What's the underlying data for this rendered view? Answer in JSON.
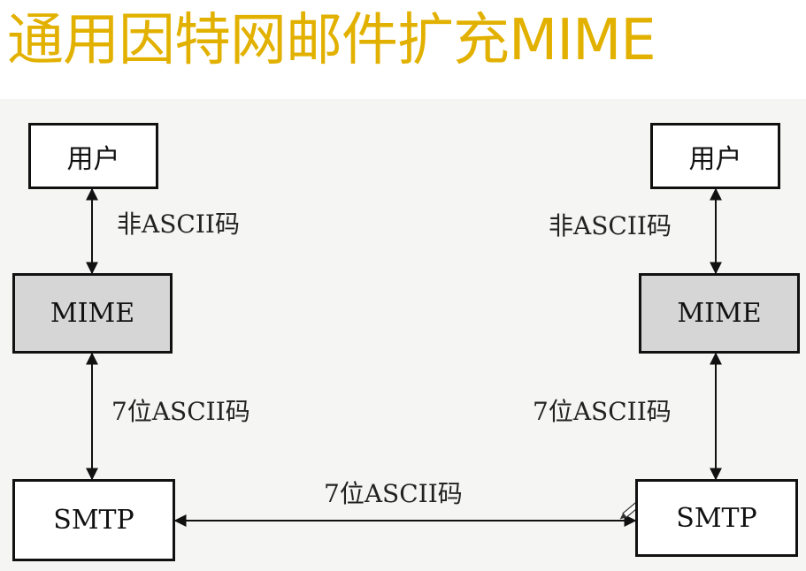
{
  "title": "通用因特网邮件扩充MIME",
  "left": {
    "user_box": "用户",
    "mime_box": "MIME",
    "smtp_box": "SMTP",
    "user_mime_label": "非ASCII码",
    "mime_smtp_label": "7位ASCII码"
  },
  "right": {
    "user_box": "用户",
    "mime_box": "MIME",
    "smtp_box": "SMTP",
    "user_mime_label": "非ASCII码",
    "mime_smtp_label": "7位ASCII码"
  },
  "smtp_link_label": "7位ASCII码",
  "colors": {
    "title": "#e2b100",
    "mime_fill": "#d6d6d6",
    "box_stroke": "#111111",
    "panel_bg": "#f5f5f3"
  },
  "icons": {
    "cursor": "pen-cursor-icon"
  }
}
